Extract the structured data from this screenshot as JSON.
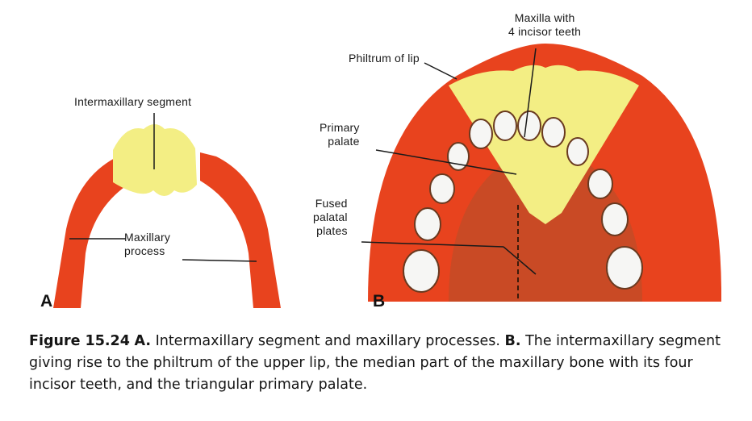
{
  "figure": {
    "panel_a": {
      "letter": "A",
      "labels": {
        "intermaxillary_segment": "Intermaxillary segment",
        "maxillary_process": "Maxillary\nprocess"
      }
    },
    "panel_b": {
      "letter": "B",
      "labels": {
        "maxilla": "Maxilla with\n4 incisor teeth",
        "philtrum": "Philtrum of lip",
        "primary_palate": "Primary\npalate",
        "fused_palatal_plates": "Fused\npalatal\nplates"
      }
    },
    "colors": {
      "maxillary_process": "#e8431e",
      "segment_yellow": "#f3ee84",
      "palate_red": "#c94a25",
      "tooth": "#f6f6f4"
    },
    "caption": {
      "figure_number": "Figure 15.24",
      "part_a_label": "A.",
      "part_a_text": " Intermaxillary segment and maxillary processes. ",
      "part_b_label": "B.",
      "part_b_text": " The intermaxillary segment giving rise to the philtrum of the upper lip, the median part of the maxillary bone with its four incisor teeth, and the triangular primary palate."
    }
  }
}
